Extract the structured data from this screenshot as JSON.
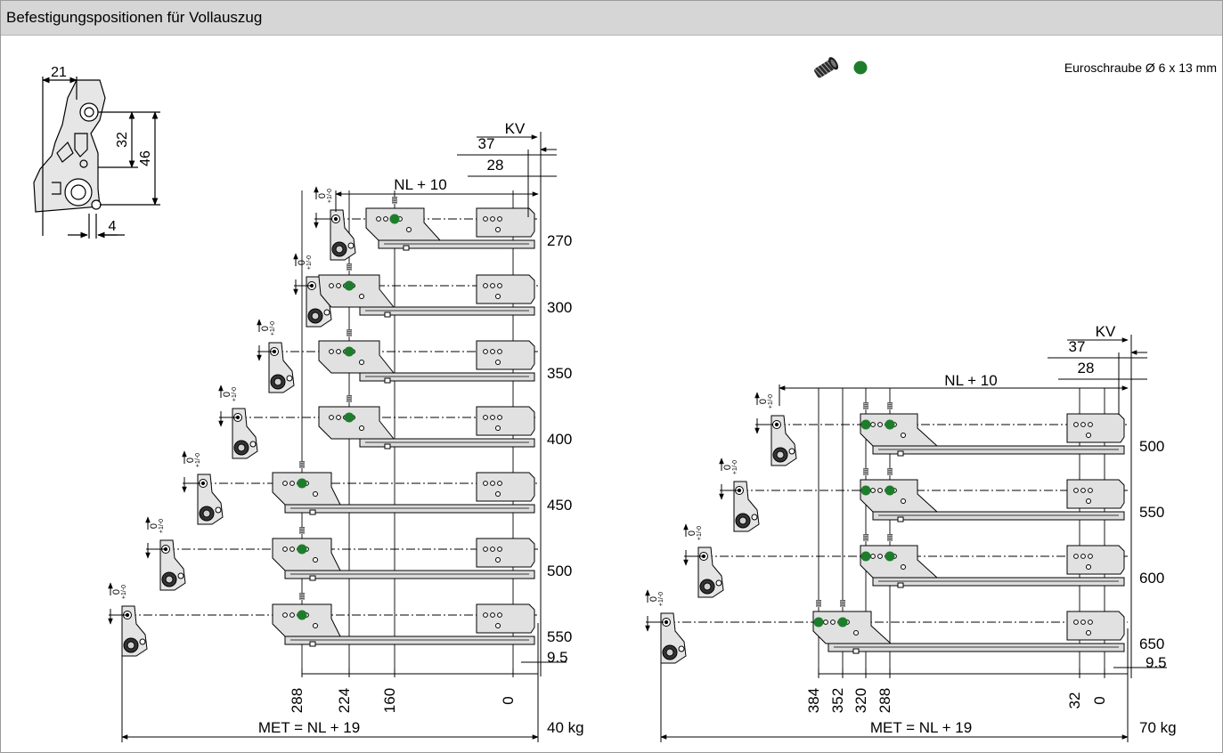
{
  "header": {
    "title": "Befestigungspositionen für Vollauszug"
  },
  "legend": {
    "screw_label": "Euroschraube Ø 6 x 13 mm",
    "screw_color": "#1e7d2c"
  },
  "detail": {
    "dim_width": "21",
    "dim_hole_spacing": "32",
    "dim_height": "46",
    "dim_offset": "4"
  },
  "left_diagram": {
    "nl_label": "NL + 10",
    "kv_label": "KV",
    "dim_37": "37",
    "dim_28": "28",
    "tolerance": "0",
    "tolerance_sup": "+1",
    "tolerance_sub": "-0",
    "rows": [
      "270",
      "300",
      "350",
      "400",
      "450",
      "500",
      "550"
    ],
    "bottom_dims": [
      "288",
      "224",
      "160",
      "0"
    ],
    "dim_9_5": "9.5",
    "met_label": "MET = NL + 19",
    "load": "40 kg"
  },
  "right_diagram": {
    "nl_label": "NL + 10",
    "kv_label": "KV",
    "dim_37": "37",
    "dim_28": "28",
    "tolerance": "0",
    "tolerance_sup": "+1",
    "tolerance_sub": "-0",
    "rows": [
      "500",
      "550",
      "600",
      "650"
    ],
    "bottom_dims": [
      "384",
      "352",
      "320",
      "288",
      "32",
      "0"
    ],
    "dim_9_5": "9.5",
    "met_label": "MET = NL + 19",
    "load": "70 kg"
  }
}
